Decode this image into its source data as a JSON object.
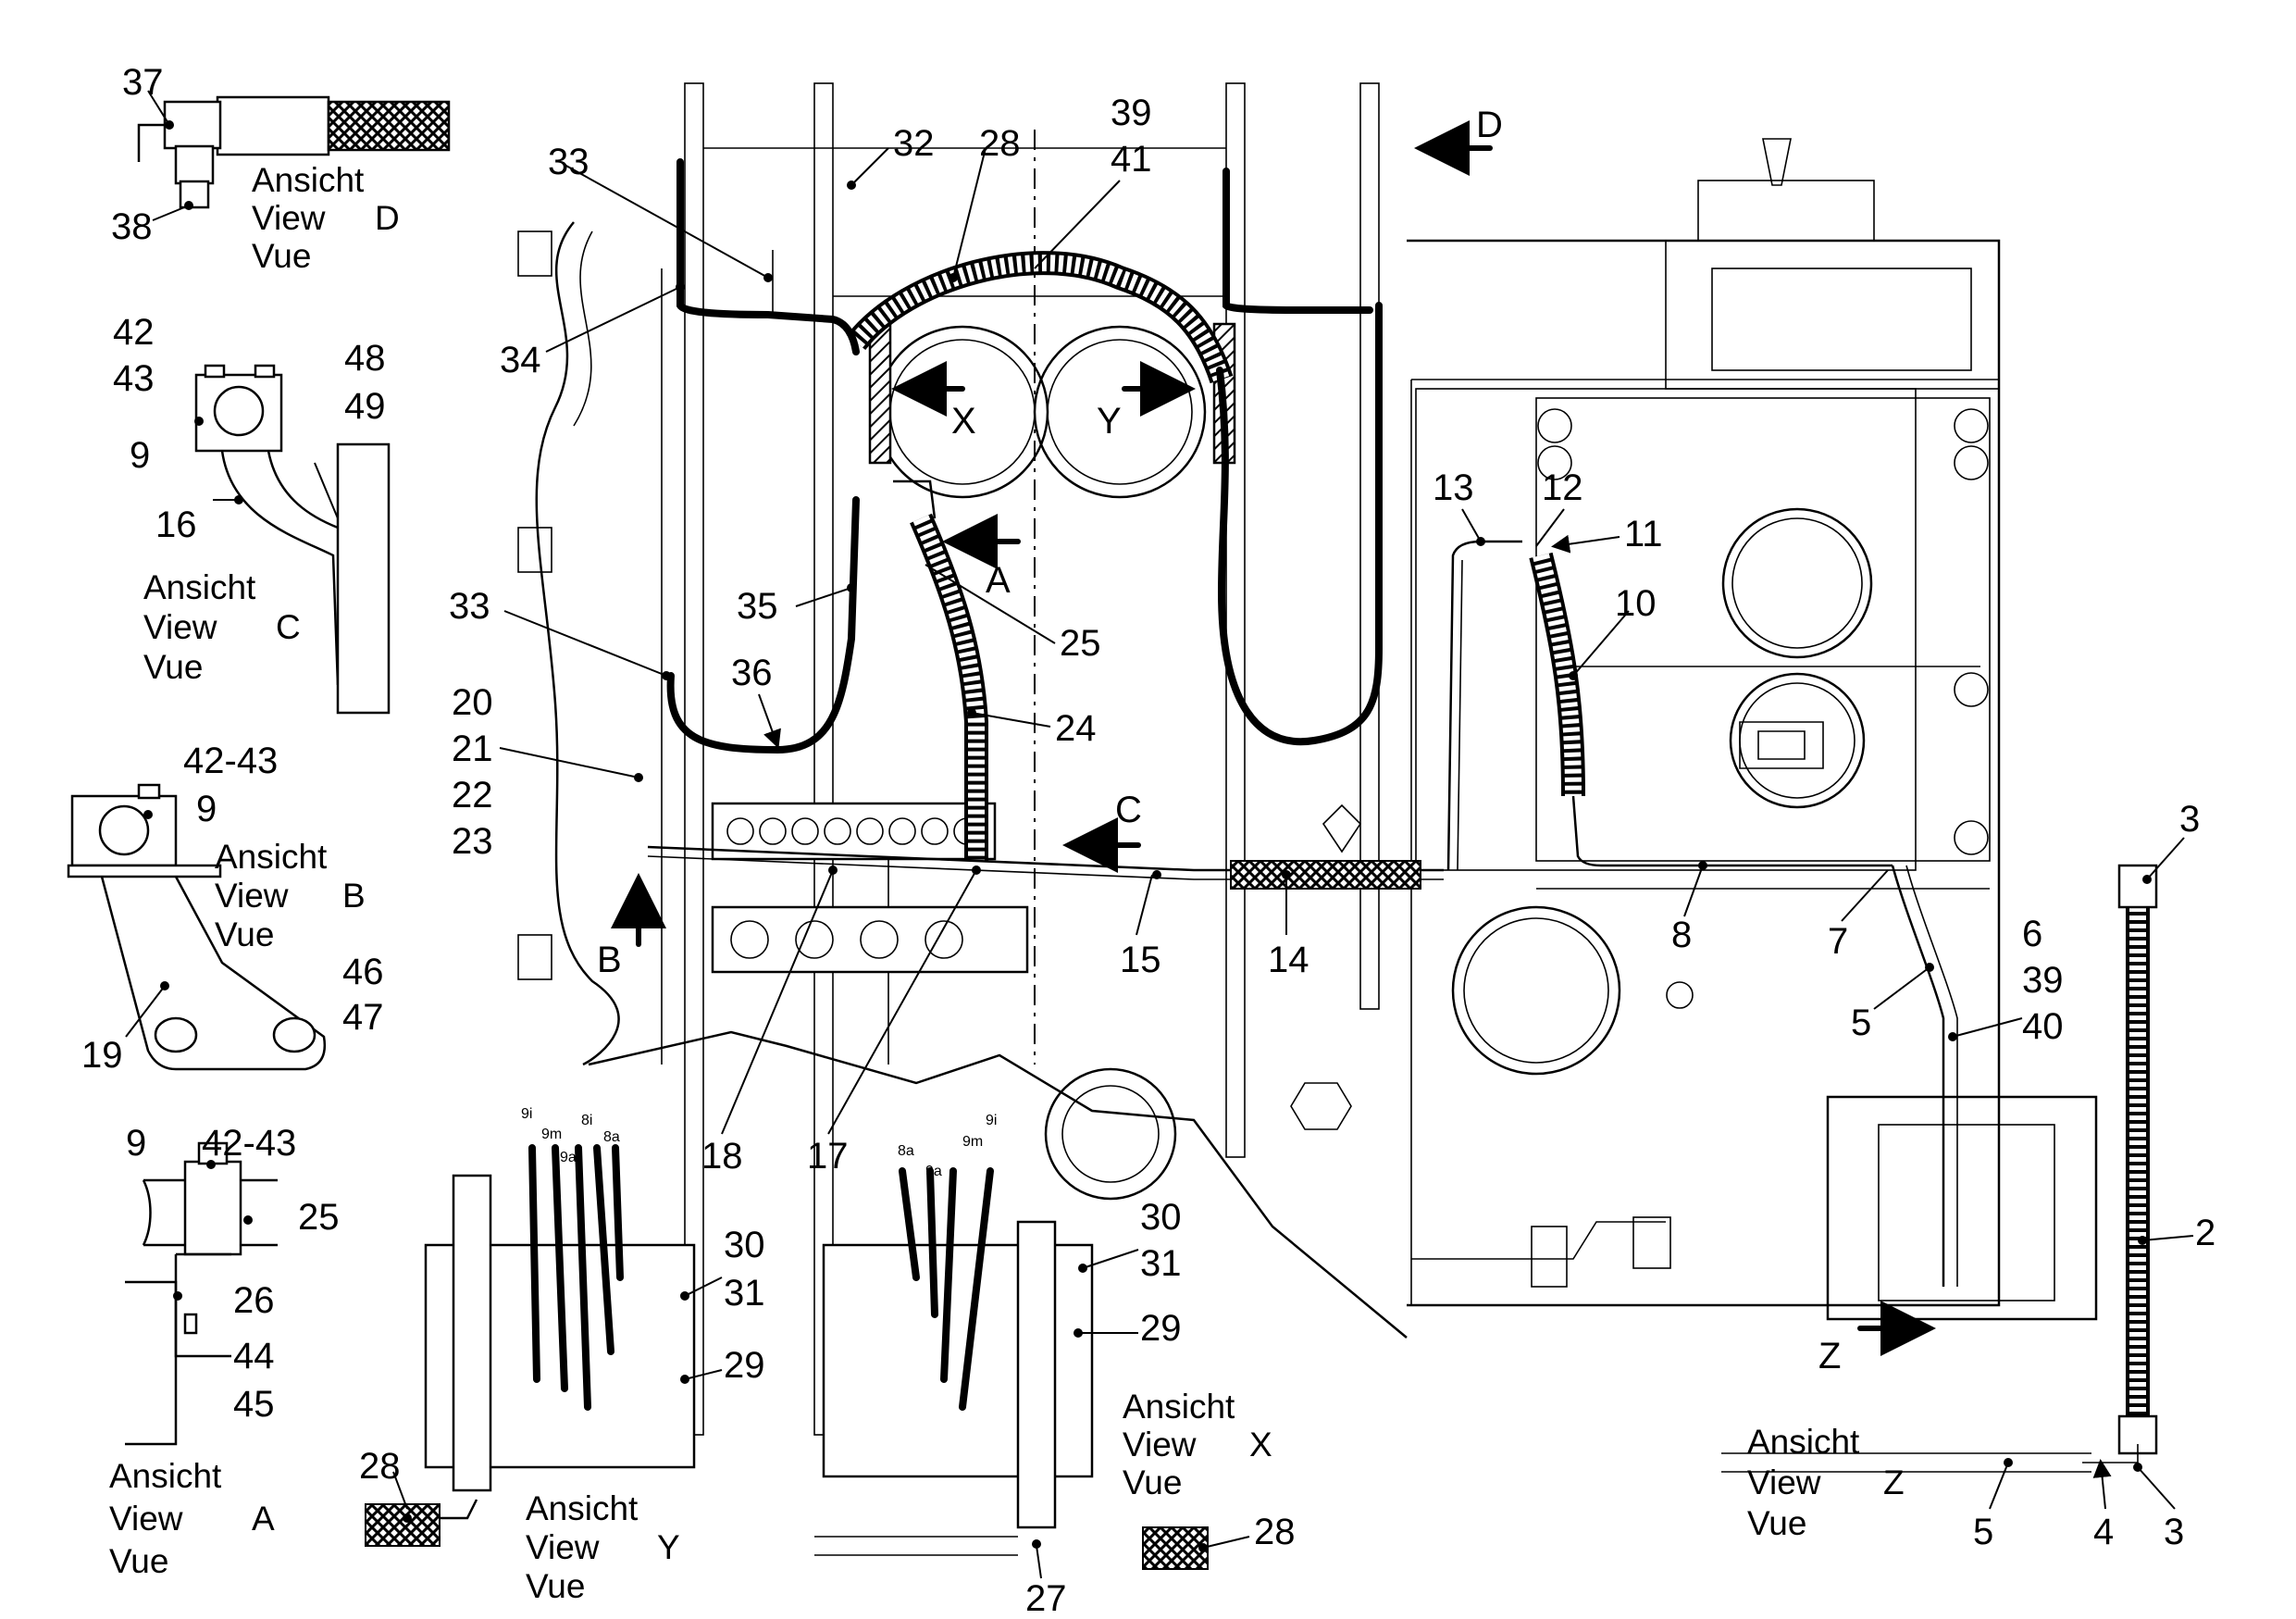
{
  "view_captions": {
    "D": [
      "Ansicht",
      "View",
      "D",
      "Vue"
    ],
    "C": [
      "Ansicht",
      "View",
      "C",
      "Vue"
    ],
    "B": [
      "Ansicht",
      "View",
      "B",
      "Vue"
    ],
    "A": [
      "Ansicht",
      "View",
      "A",
      "Vue"
    ],
    "Y": [
      "Ansicht",
      "View",
      "Y",
      "Vue"
    ],
    "X": [
      "Ansicht",
      "View",
      "X",
      "Vue"
    ],
    "Z": [
      "Ansicht",
      "View",
      "Z",
      "Vue"
    ]
  },
  "view_arrows": {
    "D": "D",
    "A": "A",
    "C": "C",
    "B": "B",
    "Z": "Z",
    "X": "X",
    "Y": "Y"
  },
  "callouts": {
    "n37": "37",
    "n38": "38",
    "n42": "42",
    "n43": "43",
    "n9a": "9",
    "n48": "48",
    "n49": "49",
    "n16": "16",
    "n4243b": "42-43",
    "n9b": "9",
    "n46": "46",
    "n47": "47",
    "n19": "19",
    "n9c": "9",
    "n4243c": "42-43",
    "n25a": "25",
    "n26": "26",
    "n44": "44",
    "n45": "45",
    "n33a": "33",
    "n32": "32",
    "n28a": "28",
    "n39a": "39",
    "n41": "41",
    "n34": "34",
    "n33b": "33",
    "n35": "35",
    "n36": "36",
    "n25b": "25",
    "n24": "24",
    "n20": "20",
    "n21": "21",
    "n22": "22",
    "n23": "23",
    "n18": "18",
    "n17": "17",
    "n15": "15",
    "n14": "14",
    "n13": "13",
    "n12": "12",
    "n11": "11",
    "n10": "10",
    "n8": "8",
    "n7": "7",
    "n5a": "5",
    "n6": "6",
    "n39b": "39",
    "n40": "40",
    "n3a": "3",
    "n2": "2",
    "n5b": "5",
    "n4": "4",
    "n3b": "3",
    "n28b": "28",
    "n30a": "30",
    "n31a": "31",
    "n29a": "29",
    "n30b": "30",
    "n31b": "31",
    "n29b": "29",
    "n28c": "28",
    "n27": "27"
  },
  "hose_tags": {
    "y": [
      "9i",
      "9m",
      "9a",
      "8i",
      "8a"
    ],
    "x": [
      "8a",
      "9a",
      "9m",
      "9i"
    ]
  }
}
